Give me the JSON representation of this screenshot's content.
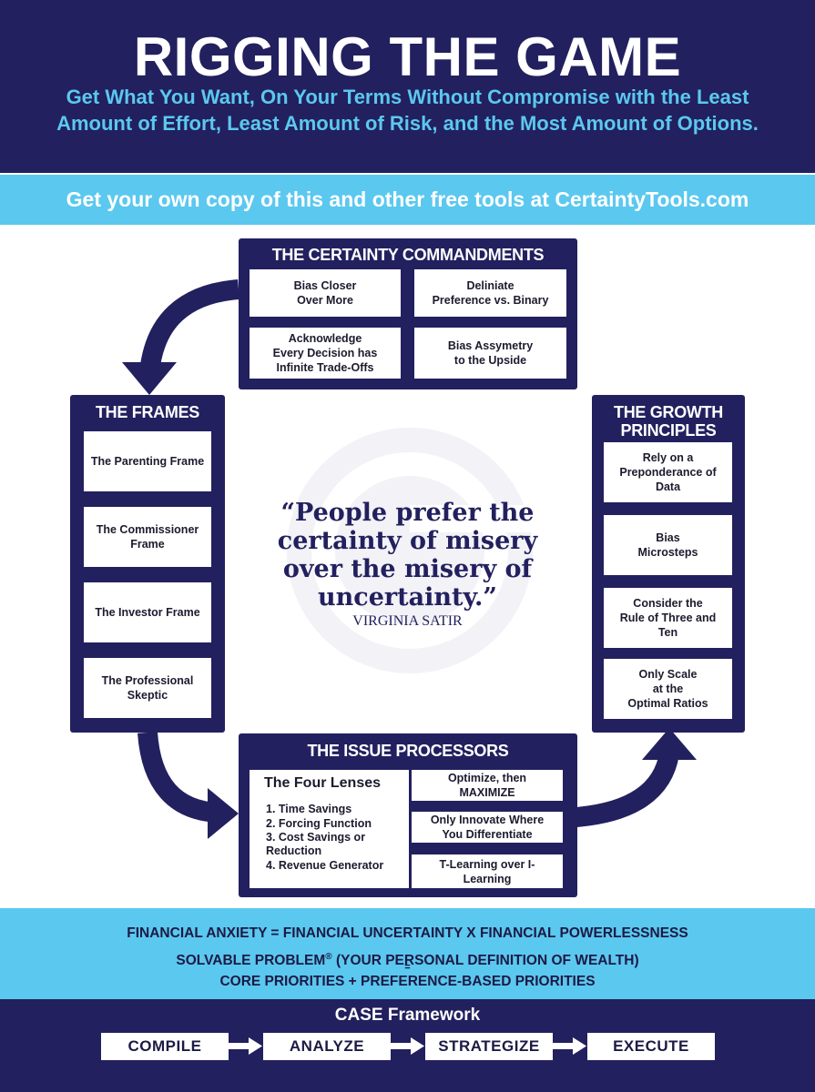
{
  "header": {
    "title": "RIGGING THE GAME",
    "subtitle": "Get What You Want, On Your Terms Without Compromise with the Least Amount of Effort, Least Amount of Risk, and the Most Amount of Options."
  },
  "cta": "Get your own copy of this and other free tools at CertaintyTools.com",
  "commandments": {
    "title": "THE CERTAINTY COMMANDMENTS",
    "items": [
      "Bias Closer\nOver More",
      "Deliniate\nPreference vs. Binary",
      "Acknowledge\nEvery Decision has\nInfinite Trade-Offs",
      "Bias Assymetry\nto the Upside"
    ]
  },
  "frames": {
    "title": "THE FRAMES",
    "items": [
      "The Parenting Frame",
      "The Commissioner\nFrame",
      "The Investor Frame",
      "The Professional\nSkeptic"
    ]
  },
  "growth": {
    "title": "THE GROWTH\nPRINCIPLES",
    "items": [
      "Rely on a\nPreponderance of\nData",
      "Bias\nMicrosteps",
      "Consider the\nRule of Three and Ten",
      "Only Scale\nat the\nOptimal Ratios"
    ]
  },
  "quote": {
    "text": "“People prefer the\ncertainty of misery\nover the misery of\nuncertainty.”",
    "author": "VIRGINIA SATIR"
  },
  "issue": {
    "title": "THE ISSUE PROCESSORS",
    "lenses_title": "The Four Lenses",
    "lenses": [
      "1.  Time Savings",
      "2. Forcing Function",
      "3. Cost Savings or",
      "     Reduction",
      "4. Revenue Generator"
    ],
    "items": [
      "Optimize, then\nMAXIMIZE",
      "Only Innovate Where\nYou Differentiate",
      "T-Learning over I-Learning"
    ]
  },
  "formulas": {
    "line1": "FINANCIAL ANXIETY = FINANCIAL UNCERTAINTY X FINANCIAL POWERLESSNESS",
    "line2_a": "SOLVABLE PROBLEM",
    "line2_sup": "®",
    "line2_b": " (YOUR PERSONAL DEFINITION OF WEALTH)",
    "equals": "=",
    "line3": "CORE PRIORITIES + PREFERENCE-BASED PRIORITIES"
  },
  "case": {
    "title": "CASE Framework",
    "steps": [
      "COMPILE",
      "ANALYZE",
      "STRATEGIZE",
      "EXECUTE"
    ]
  },
  "colors": {
    "navy": "#22205e",
    "sky": "#5bc8ef",
    "white": "#ffffff"
  }
}
